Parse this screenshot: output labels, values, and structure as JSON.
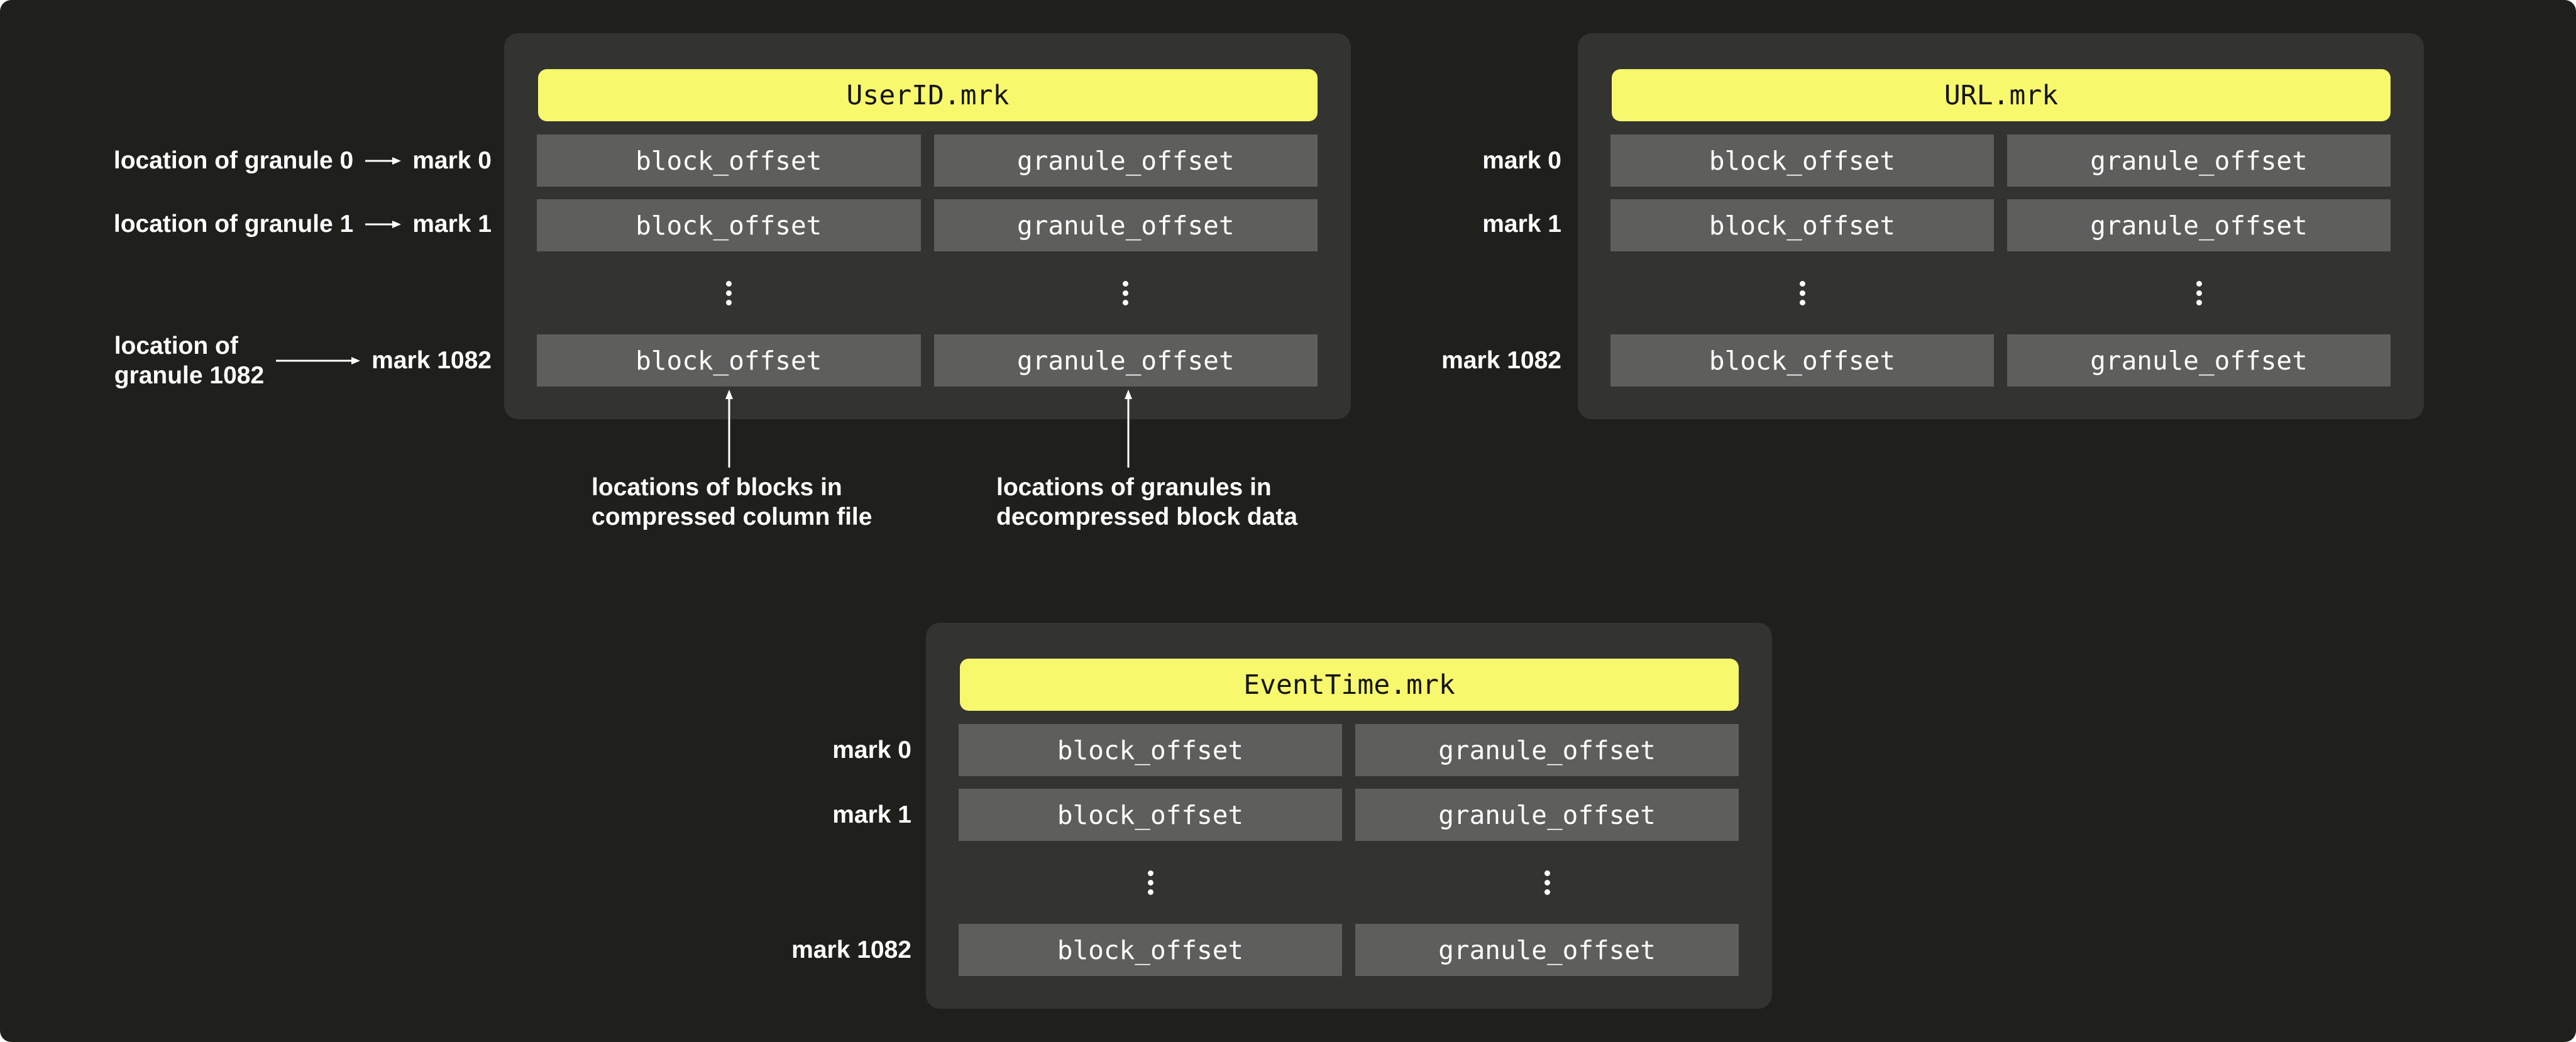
{
  "colors": {
    "page_background": "#1f1f1b",
    "panel_background": "#333331",
    "cell_background": "#5e5e5c",
    "header_background": "#f7f86c",
    "header_text": "#151513",
    "label_text": "#ffffff"
  },
  "panels": [
    {
      "title": "UserID.mrk",
      "rows": [
        {
          "cells": [
            "block_offset",
            "granule_offset"
          ]
        },
        {
          "cells": [
            "block_offset",
            "granule_offset"
          ]
        },
        {
          "cells": [
            "block_offset",
            "granule_offset"
          ]
        }
      ],
      "ellipsis": "⋮"
    },
    {
      "title": "URL.mrk",
      "rows": [
        {
          "cells": [
            "block_offset",
            "granule_offset"
          ]
        },
        {
          "cells": [
            "block_offset",
            "granule_offset"
          ]
        },
        {
          "cells": [
            "block_offset",
            "granule_offset"
          ]
        }
      ],
      "ellipsis": "⋮"
    },
    {
      "title": "EventTime.mrk",
      "rows": [
        {
          "cells": [
            "block_offset",
            "granule_offset"
          ]
        },
        {
          "cells": [
            "block_offset",
            "granule_offset"
          ]
        },
        {
          "cells": [
            "block_offset",
            "granule_offset"
          ]
        }
      ],
      "ellipsis": "⋮"
    }
  ],
  "left_labels": [
    {
      "text": "location of granule 0",
      "mark": "mark 0"
    },
    {
      "text": "location of granule 1",
      "mark": "mark 1"
    },
    {
      "text_line1": "location of",
      "text_line2": "granule 1082",
      "mark": "mark 1082"
    }
  ],
  "url_marks": [
    "mark 0",
    "mark 1",
    "mark 1082"
  ],
  "eventtime_marks": [
    "mark 0",
    "mark 1",
    "mark 1082"
  ],
  "annotations": [
    {
      "line1": "locations of blocks in",
      "line2": "compressed column file"
    },
    {
      "line1": "locations of granules in",
      "line2": "decompressed block data"
    }
  ]
}
